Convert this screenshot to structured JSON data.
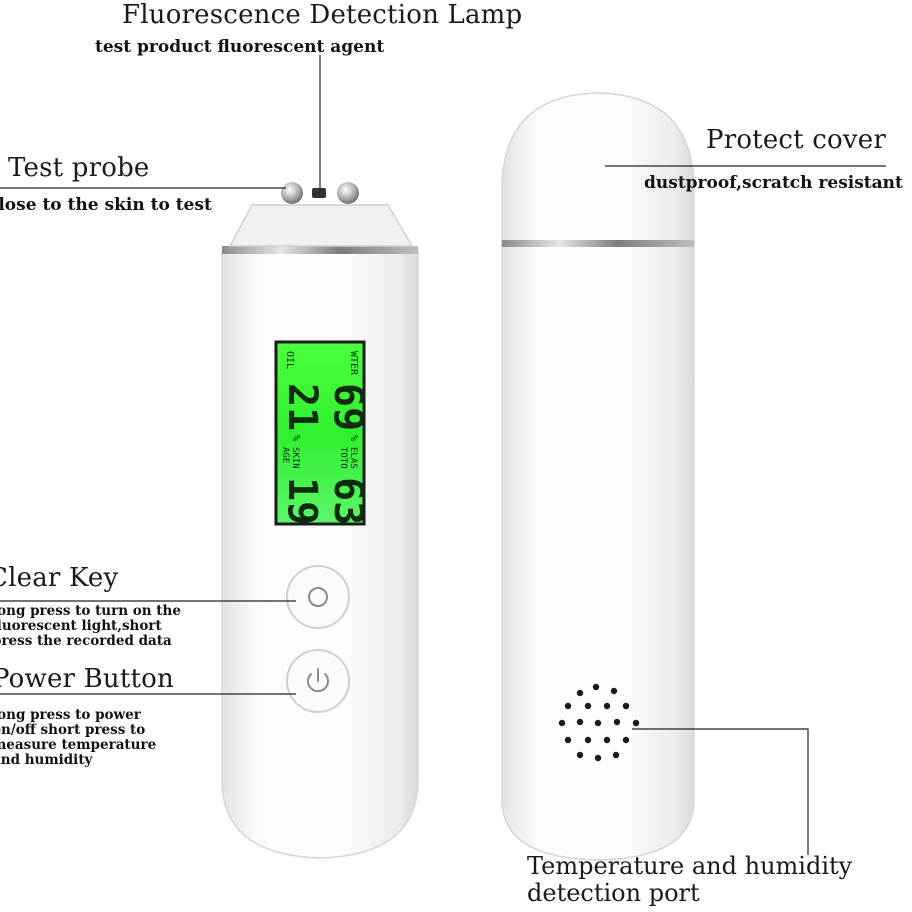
{
  "fluorescence": {
    "title": "Fluorescence Detection Lamp",
    "subtitle": "test product fluorescent agent"
  },
  "probe": {
    "title": "Test probe",
    "subtitle": "close to the skin to test"
  },
  "cover": {
    "title": "Protect cover",
    "subtitle": "dustproof,scratch resistant"
  },
  "clear_key": {
    "title": "Clear Key",
    "desc": "long press to turn on the\nfluorescent light,short\npress the recorded data"
  },
  "power_button": {
    "title": "Power Button",
    "desc": "long press to power\non/off short press to\nmeasure temperature\nand humidity"
  },
  "port": {
    "title": "Temperature and humidity\ndetection port"
  },
  "lcd": {
    "water_label": "WTER",
    "water_value": "69",
    "oil_label": "OIL",
    "oil_value": "21",
    "elas_label": "ELAS",
    "elas_value": "63",
    "skin_label": "SKIN",
    "skin_value": "19",
    "percent": "%",
    "tofo_label": "TOTO",
    "age_label": "AGE",
    "screen_color": "#3cf03a"
  },
  "colors": {
    "body": "#f7f7f7",
    "line": "#222222",
    "chrome": "#9a9a9a"
  }
}
